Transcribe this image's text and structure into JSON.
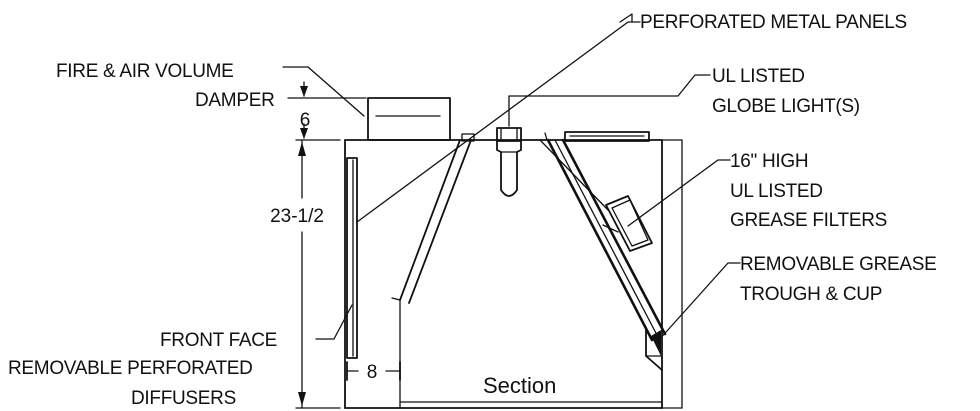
{
  "diagram": {
    "caption": "Section",
    "labels": {
      "perforated_metal_panels": "PERFORATED METAL PANELS",
      "fire_air_damper_line1": "FIRE & AIR VOLUME",
      "fire_air_damper_line2": "DAMPER",
      "ul_globe_line1": "UL LISTED",
      "ul_globe_line2": "GLOBE LIGHT(S)",
      "grease_filters_line1": "16\" HIGH",
      "grease_filters_line2": "UL LISTED",
      "grease_filters_line3": "GREASE FILTERS",
      "grease_trough_line1": "REMOVABLE GREASE",
      "grease_trough_line2": "TROUGH & CUP",
      "front_face": "FRONT FACE",
      "diffusers_line1": "REMOVABLE PERFORATED",
      "diffusers_line2": "DIFFUSERS"
    },
    "dimensions": {
      "damper_height": "6",
      "hood_height": "23-1/2",
      "front_depth": "8"
    }
  }
}
